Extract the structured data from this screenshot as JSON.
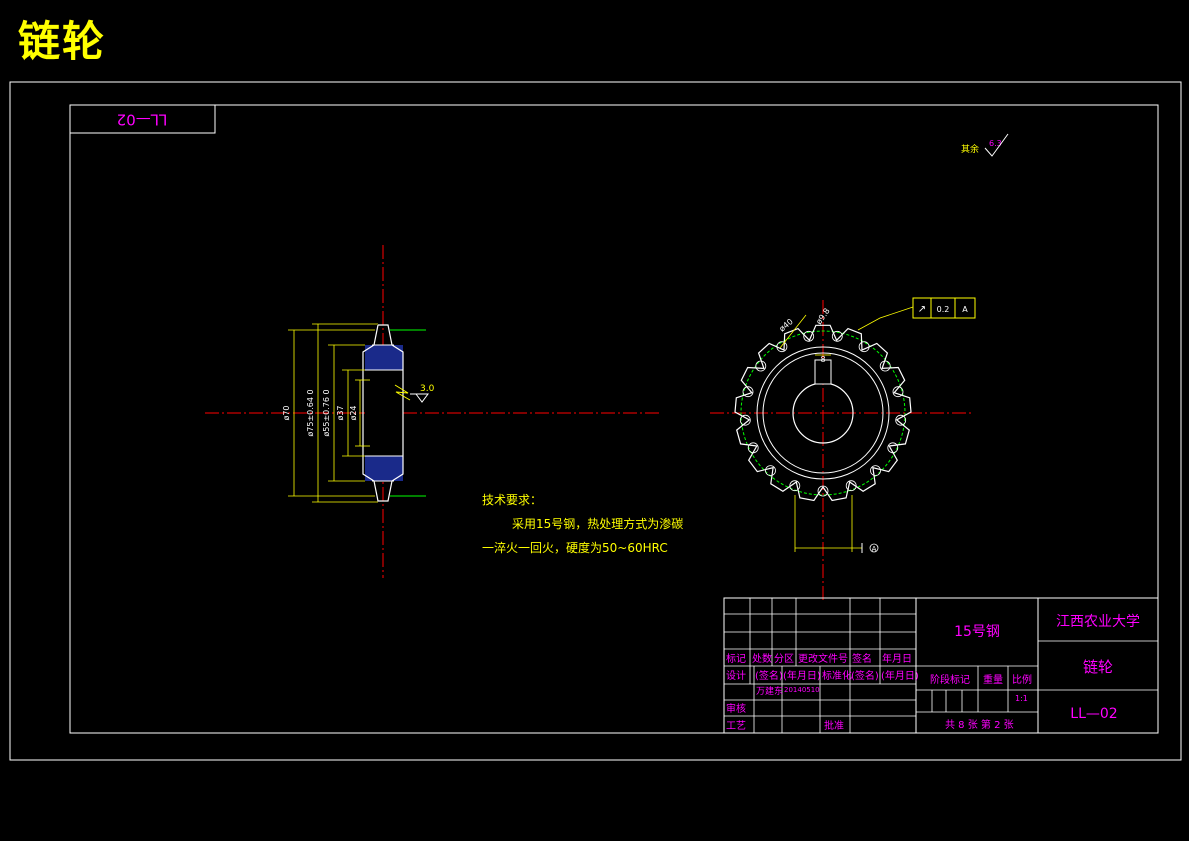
{
  "title": "链轮",
  "drawing_number_rotated": "LL—02",
  "roughness": {
    "label": "其余",
    "value": "6.3"
  },
  "side_view": {
    "dims": [
      "ø70",
      "ø75±0.64\n0",
      "ø55±0.76\n0",
      "ø37",
      "ø24"
    ],
    "chamfer": "3.0"
  },
  "front_view": {
    "dims": [
      "ø40",
      "ø9.8",
      "8"
    ],
    "tolerance": {
      "symbol": "↗",
      "value": "0.2",
      "datum": "A"
    },
    "datum_label": "A"
  },
  "tech_requirements": {
    "heading": "技术要求：",
    "line1": "采用15号钢，热处理方式为渗碳",
    "line2": "一淬火一回火，硬度为50~60HRC"
  },
  "title_block": {
    "material": "15号钢",
    "school": "江西农业大学",
    "part_name": "链轮",
    "drawing_no": "LL—02",
    "row_labels": [
      "标记",
      "处数",
      "分区",
      "更改文件号",
      "签名",
      "年月日"
    ],
    "design": "设计",
    "sign": "(签名)",
    "date": "(年月日)",
    "standard": "标准化",
    "sign2": "(签名)",
    "date2": "(年月日)",
    "designer": "万建东",
    "design_date": "20140510",
    "review": "审核",
    "process": "工艺",
    "approve": "批准",
    "stage": "阶段标记",
    "weight": "重量",
    "scale": "比例",
    "scale_value": "1:1",
    "sheets": "共 8 张  第 2 张"
  }
}
